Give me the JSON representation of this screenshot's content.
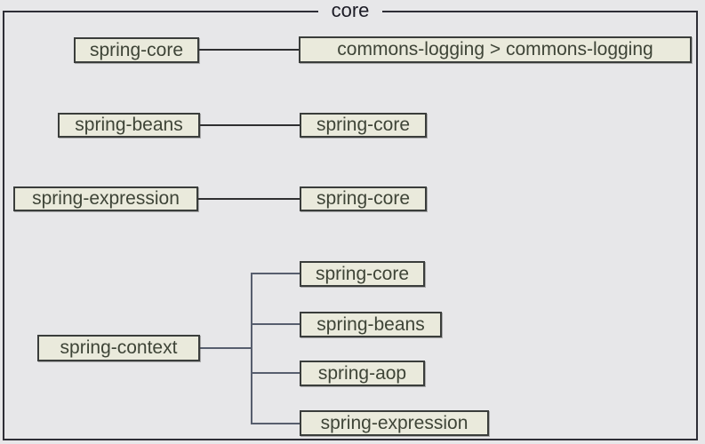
{
  "diagram": {
    "group_label": "core",
    "rows": [
      {
        "source": "spring-core",
        "target": "commons-logging > commons-logging"
      },
      {
        "source": "spring-beans",
        "target": "spring-core"
      },
      {
        "source": "spring-expression",
        "target": "spring-core"
      }
    ],
    "context_group": {
      "source": "spring-context",
      "targets": [
        "spring-core",
        "spring-beans",
        "spring-aop",
        "spring-expression"
      ]
    },
    "colors": {
      "background": "#e7e7e9",
      "frame_border": "#2e2e36",
      "box_fill": "#eaeadc",
      "box_border": "#3a3d3b",
      "box_text": "#3e4437",
      "legend_text": "#1c1c26",
      "connector": "#2f2f31",
      "branch_connector": "#575e6e"
    }
  }
}
